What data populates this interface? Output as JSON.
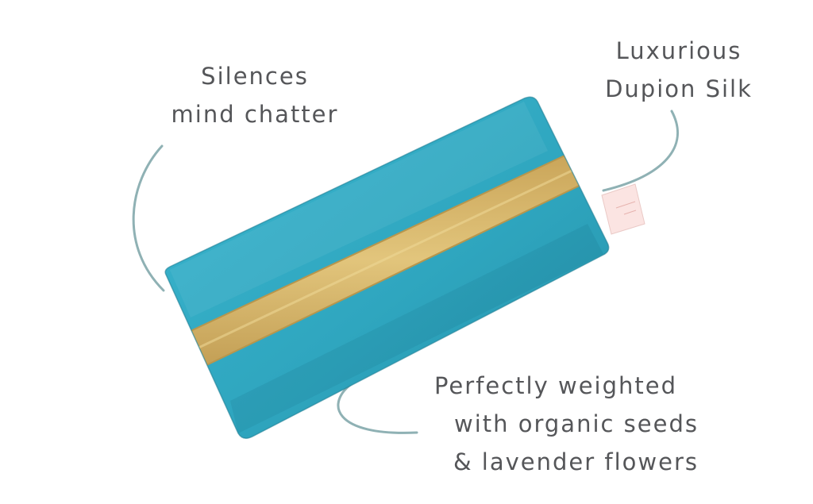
{
  "colors": {
    "background": "#ffffff",
    "pillow": "#2fa6bf",
    "pillow_shade": "#23879e",
    "ribbon": "#d8b76a",
    "connector": "#8fb1b4",
    "text": "#555659",
    "label_tag": "#fbe4e2"
  },
  "callouts": {
    "mind": {
      "line1": "Silences",
      "line2": "mind chatter"
    },
    "silk": {
      "line1": "Luxurious",
      "line2": "Dupion Silk"
    },
    "weight": {
      "line1": "Perfectly weighted",
      "line2": "with organic seeds",
      "line3": "& lavender flowers"
    }
  },
  "product": {
    "name_icon": "silk-eye-pillow"
  }
}
